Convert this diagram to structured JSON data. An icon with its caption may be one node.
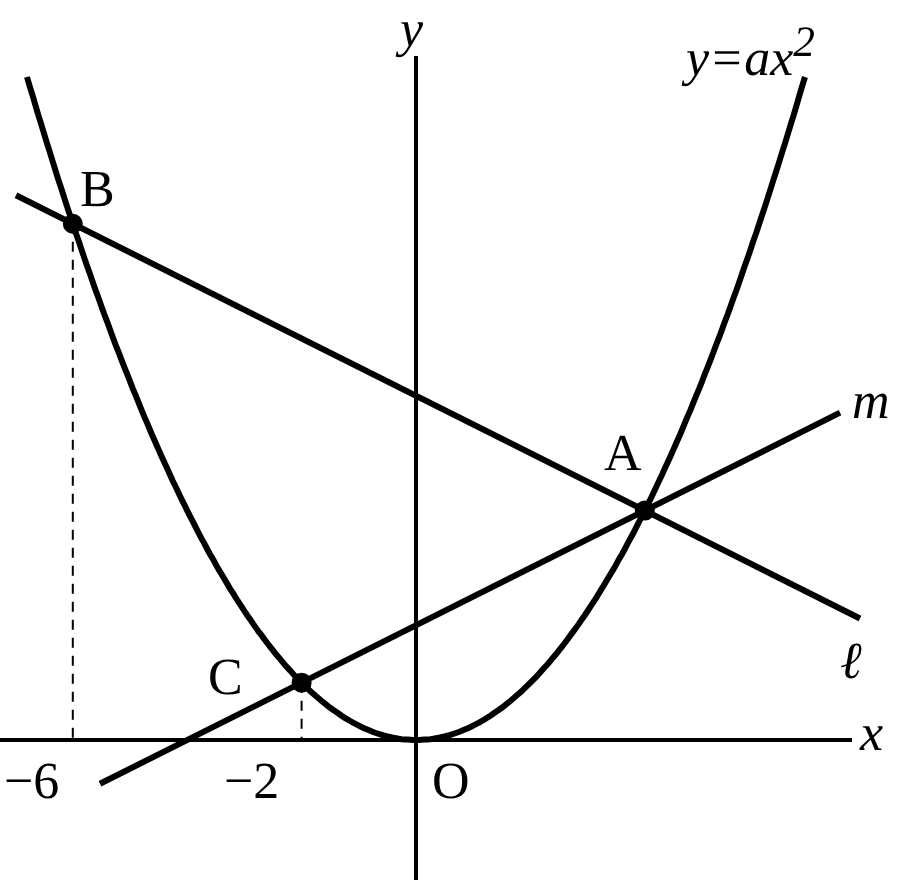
{
  "diagram": {
    "labels": [
      "y",
      "y=ax$^{2}$",
      "B",
      "m",
      "A",
      "C",
      "ℓ",
      "x",
      "−6",
      "−2",
      "O"
    ]
  }
}
